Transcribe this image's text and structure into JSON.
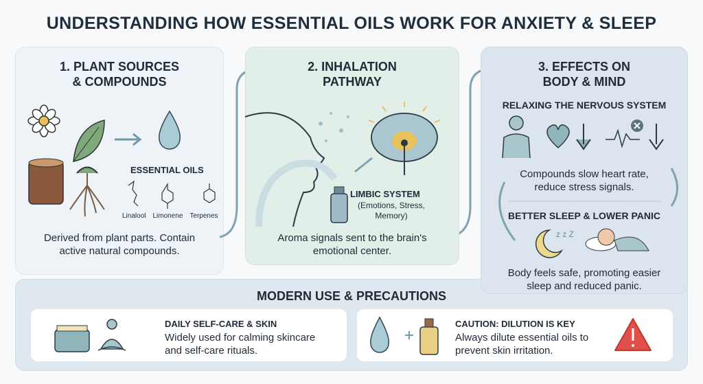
{
  "title": "UNDERSTANDING HOW ESSENTIAL OILS WORK FOR ANXIETY & SLEEP",
  "panels": [
    {
      "heading_line1": "1. PLANT SOURCES",
      "heading_line2": "& COMPOUNDS",
      "label": "ESSENTIAL OILS",
      "compounds": [
        "Linalool",
        "Limonene",
        "Terpenes"
      ],
      "text_line1": "Derived from plant parts. Contain",
      "text_line2": "active natural compounds."
    },
    {
      "heading_line1": "2. INHALATION",
      "heading_line2": "PATHWAY",
      "label": "LIMBIC SYSTEM",
      "label_detail_line1": "(Emotions, Stress,",
      "label_detail_line2": "Memory)",
      "text_line1": "Aroma signals sent to the brain's",
      "text_line2": "emotional center."
    },
    {
      "heading_line1": "3. EFFECTS ON",
      "heading_line2": "BODY & MIND",
      "section1": "RELAXING THE NERVOUS SYSTEM",
      "section1_text_line1": "Compounds slow heart rate,",
      "section1_text_line2": "reduce stress signals.",
      "section2": "BETTER SLEEP & LOWER PANIC",
      "section2_text_line1": "Body feels safe, promoting easier",
      "section2_text_line2": "sleep and reduced panic."
    }
  ],
  "bottom": {
    "heading": "MODERN USE & PRECAUTIONS",
    "cards": [
      {
        "title": "DAILY SELF-CARE & SKIN",
        "text_line1": "Widely used for calming skincare",
        "text_line2": "and self-care rituals."
      },
      {
        "title": "CAUTION: DILUTION IS KEY",
        "text_line1": "Always dilute essential oils to",
        "text_line2": "prevent skin irritation."
      }
    ]
  },
  "colors": {
    "accent": "#6f9aa8",
    "warning": "#e0504a",
    "moon": "#f0d98a",
    "oil": "#d9b850"
  }
}
